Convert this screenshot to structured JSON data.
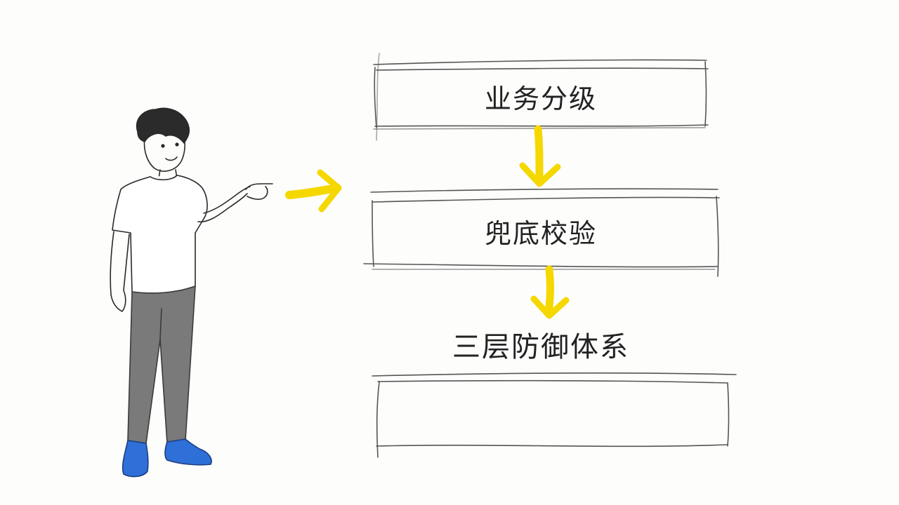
{
  "diagram": {
    "steps": [
      {
        "label": "业务分级"
      },
      {
        "label": "兜底校验"
      },
      {
        "label": "三层防御体系"
      }
    ],
    "empty_box": {
      "label": ""
    },
    "colors": {
      "arrow": "#f5d800",
      "sketch_line": "#555555",
      "pants": "#7a7a7a",
      "shoes": "#2e6fd8",
      "text": "#222222"
    },
    "icons": [
      "presenter-figure-icon",
      "pointing-arrow-icon",
      "down-arrow-icon"
    ]
  }
}
